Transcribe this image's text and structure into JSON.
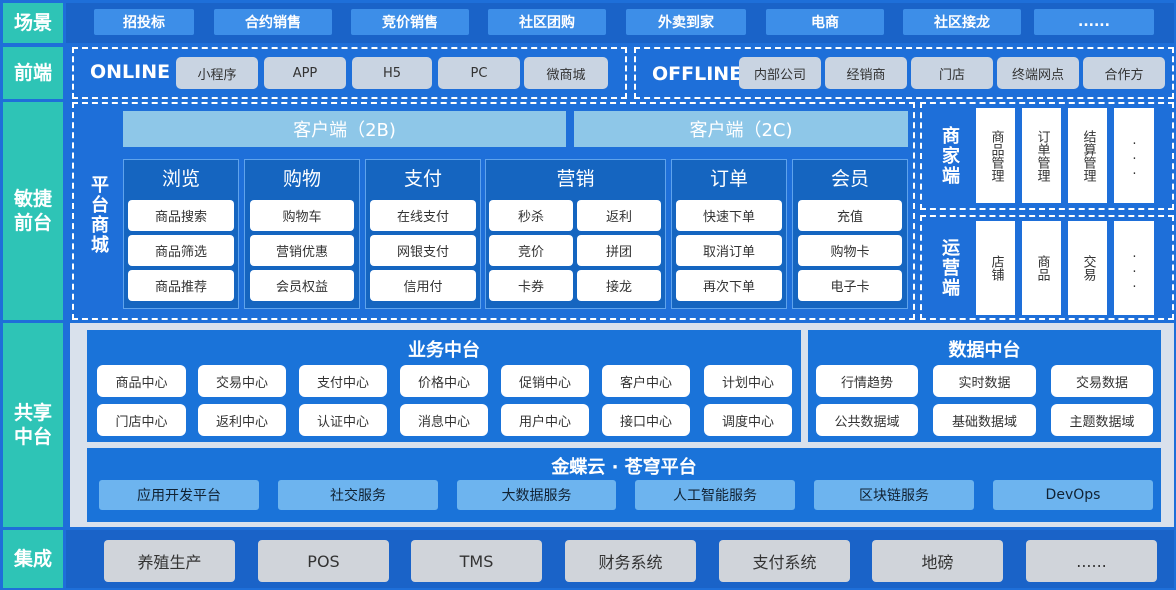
{
  "labels": {
    "scene": "场景",
    "frontend": "前端",
    "agile": "敏捷\n前台",
    "shared": "共享\n中台",
    "integration": "集成"
  },
  "scenes": [
    "招投标",
    "合约销售",
    "竞价销售",
    "社区团购",
    "外卖到家",
    "电商",
    "社区接龙",
    "......"
  ],
  "online": {
    "title": "ONLINE",
    "items": [
      "小程序",
      "APP",
      "H5",
      "PC",
      "微商城"
    ]
  },
  "offline": {
    "title": "OFFLINE",
    "items": [
      "内部公司",
      "经销商",
      "门店",
      "终端网点",
      "合作方"
    ]
  },
  "mall": {
    "title": "平台商城",
    "client_2b": "客户端（2B)",
    "client_2c": "客户端（2C)",
    "categories": [
      {
        "name": "浏览",
        "items": [
          "商品搜索",
          "商品筛选",
          "商品推荐"
        ]
      },
      {
        "name": "购物",
        "items": [
          "购物车",
          "营销优惠",
          "会员权益"
        ]
      },
      {
        "name": "支付",
        "items": [
          "在线支付",
          "网银支付",
          "信用付"
        ]
      },
      {
        "name": "营销",
        "items": [
          "秒杀",
          "返利",
          "竞价",
          "拼团",
          "卡券",
          "接龙"
        ]
      },
      {
        "name": "订单",
        "items": [
          "快速下单",
          "取消订单",
          "再次下单"
        ]
      },
      {
        "name": "会员",
        "items": [
          "充值",
          "购物卡",
          "电子卡"
        ]
      }
    ]
  },
  "merchant": {
    "title": "商家端",
    "items": [
      "商品管理",
      "订单管理",
      "结算管理",
      "..."
    ]
  },
  "operation": {
    "title": "运营端",
    "items": [
      "店铺",
      "商品",
      "交易",
      "..."
    ]
  },
  "business": {
    "title": "业务中台",
    "row1": [
      "商品中心",
      "交易中心",
      "支付中心",
      "价格中心",
      "促销中心",
      "客户中心",
      "计划中心"
    ],
    "row2": [
      "门店中心",
      "返利中心",
      "认证中心",
      "消息中心",
      "用户中心",
      "接口中心",
      "调度中心"
    ]
  },
  "datamid": {
    "title": "数据中台",
    "row1": [
      "行情趋势",
      "实时数据",
      "交易数据"
    ],
    "row2": [
      "公共数据域",
      "基础数据域",
      "主题数据域"
    ]
  },
  "cloud": {
    "title": "金蝶云 · 苍穹平台",
    "items": [
      "应用开发平台",
      "社交服务",
      "大数据服务",
      "人工智能服务",
      "区块链服务",
      "DevOps"
    ]
  },
  "integrations": [
    "养殖生产",
    "POS",
    "TMS",
    "财务系统",
    "支付系统",
    "地磅",
    "......"
  ]
}
